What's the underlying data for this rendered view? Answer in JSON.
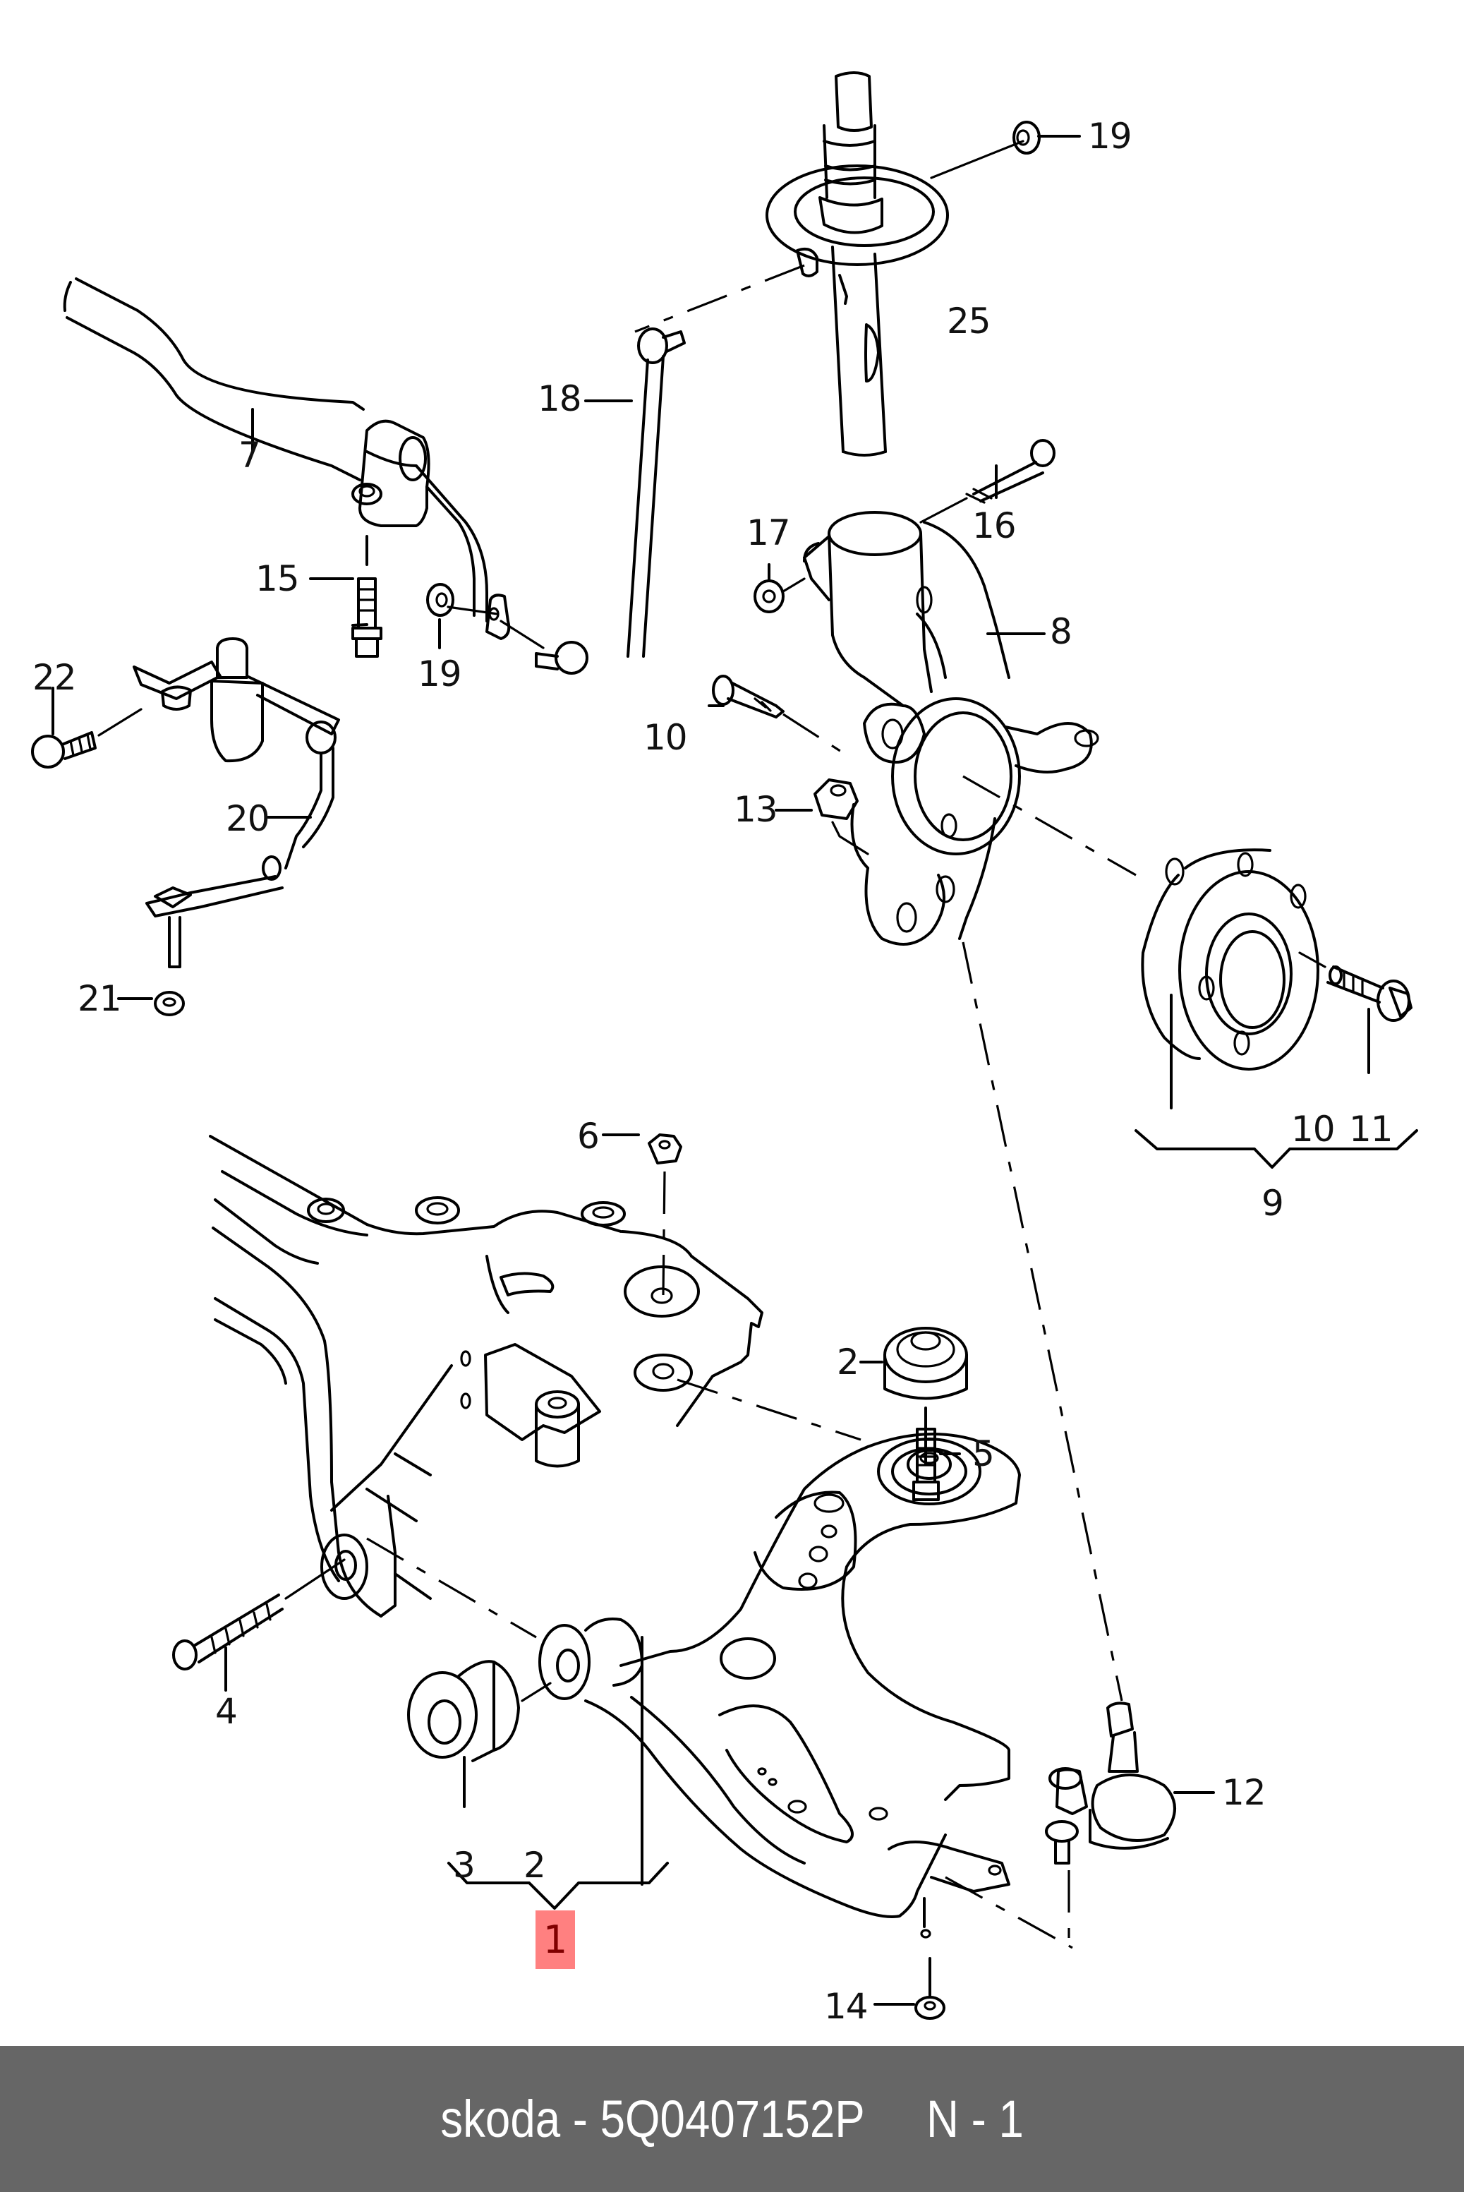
{
  "diagram": {
    "title": "Front suspension exploded view",
    "highlighted_part": "1",
    "callouts": {
      "c19_top": "19",
      "c25": "25",
      "c18": "18",
      "c7": "7",
      "c17": "17",
      "c16": "16",
      "c15": "15",
      "c19_mid": "19",
      "c8": "8",
      "c22": "22",
      "c10": "10",
      "c13": "13",
      "c20": "20",
      "c21": "21",
      "c10_hub": "10",
      "c11": "11",
      "c9": "9",
      "c6": "6",
      "c2_top": "2",
      "c5": "5",
      "c4": "4",
      "c12": "12",
      "c3": "3",
      "c2_bottom": "2",
      "c1": "1",
      "c14": "14"
    }
  },
  "footer": {
    "caption": "skoda - 5Q0407152P     N - 1",
    "background": "#666666",
    "text_color": "#ffffff"
  },
  "colors": {
    "highlight_fill": "#ff8080",
    "highlight_text": "#800000",
    "line": "#000000"
  }
}
